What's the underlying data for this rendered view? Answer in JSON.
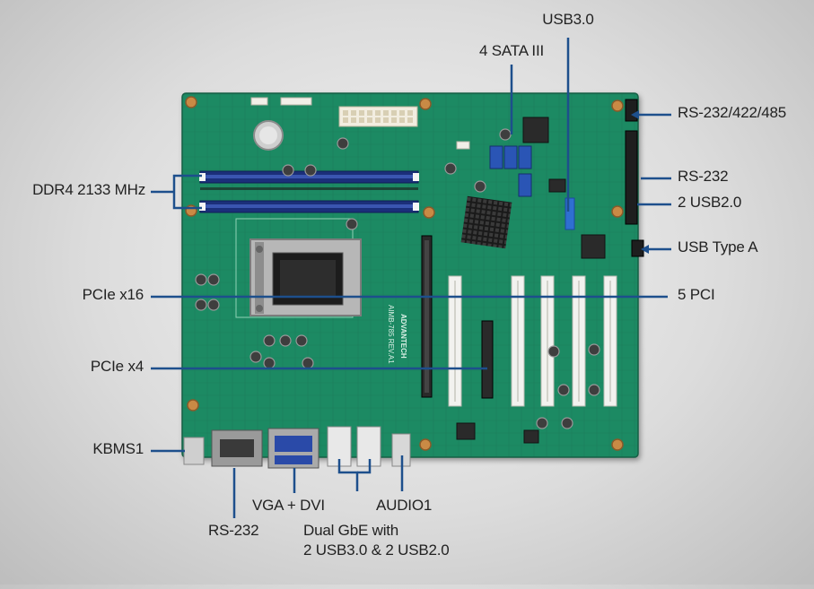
{
  "colors": {
    "pcb": "#1f8a63",
    "pcb_dark": "#166b4b",
    "callout_line": "#1d4f8c",
    "dimm_slot": "#1b2f7a",
    "pci_slot": "#f2f2ef",
    "pcie_slot": "#2a2a2a",
    "sata": "#2a55b5",
    "usb3_header": "#2f6fd1",
    "vga_connector": "#2a4aa8",
    "text": "#222222"
  },
  "labels": {
    "usb30": "USB3.0",
    "sata": "4 SATA III",
    "rs232_422_485": "RS-232/422/485",
    "rs232_header": "RS-232",
    "usb20_header": "2 USB2.0",
    "usb_type_a": "USB Type A",
    "ddr4": "DDR4 2133 MHz",
    "pcie_x16": "PCIe x16",
    "pci": "5 PCI",
    "pcie_x4": "PCIe x4",
    "kbms": "KBMS1",
    "vga_dvi": "VGA + DVI",
    "audio": "AUDIO1",
    "rs232_rear": "RS-232",
    "gbe_line1": "Dual GbE with",
    "gbe_line2": "2 USB3.0 & 2 USB2.0"
  },
  "board": {
    "silkscreen_brand": "ADVANTECH",
    "silkscreen_model": "AIMB-785 REV.A1"
  }
}
